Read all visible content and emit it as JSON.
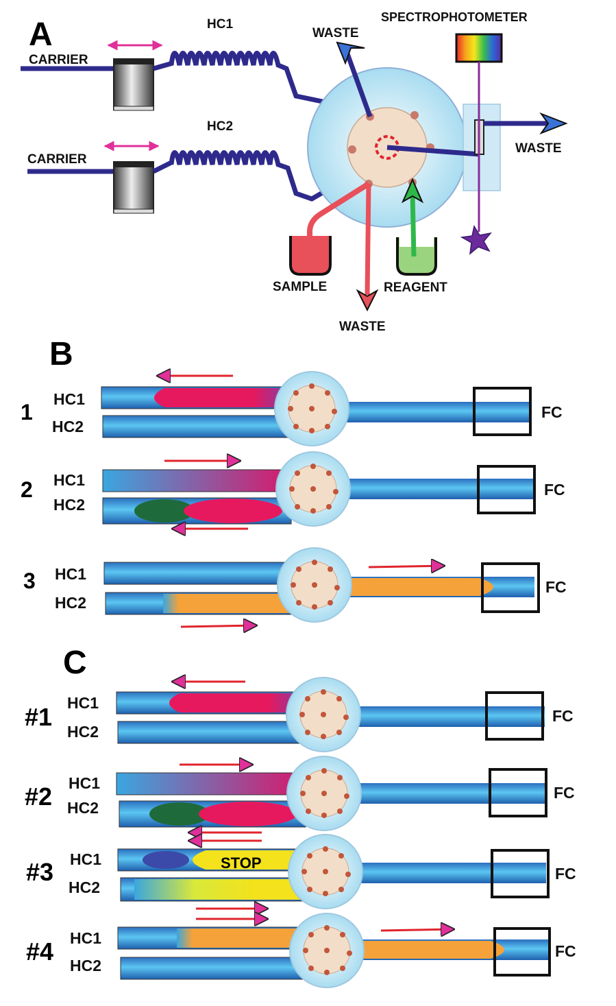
{
  "panels": {
    "a": {
      "letter": "A"
    },
    "b": {
      "letter": "B",
      "steps": [
        "1",
        "2",
        "3"
      ]
    },
    "c": {
      "letter": "C",
      "steps": [
        "#1",
        "#2",
        "#3",
        "#4"
      ]
    }
  },
  "labels": {
    "carrier": "CARRIER",
    "hc1": "HC1",
    "hc2": "HC2",
    "waste": "WASTE",
    "spectrophotometer": "SPECTROPHOTOMETER",
    "sample": "SAMPLE",
    "reagent": "REAGENT",
    "fc": "FC",
    "stop": "STOP"
  },
  "colors": {
    "tube_blue": "#3aa6df",
    "line_navy": "#2e2a8c",
    "sample_red": "#e8505a",
    "sample_pink": "#e6195e",
    "reagent_green": "#4cc25a",
    "reaction_orange": "#f5a23a",
    "stop_yellow": "#f3e21c",
    "arrow_red": "#e0242c",
    "arrow_pink": "#e0309a",
    "star_purple": "#6a2a9a"
  },
  "icons": [
    "double-arrow-icon",
    "arrow-icon",
    "star-icon",
    "spectrum-icon"
  ]
}
